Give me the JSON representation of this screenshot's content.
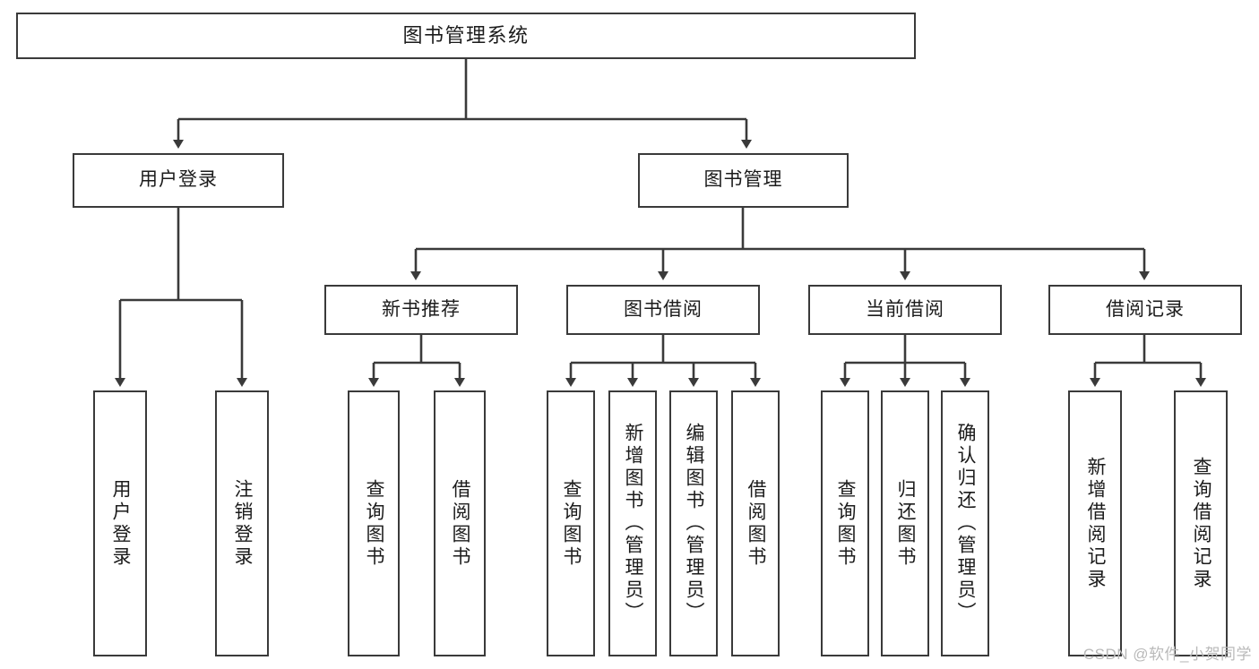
{
  "diagram": {
    "title": "图书管理系统",
    "type": "tree-hierarchy-diagram",
    "watermark": "CSDN @软件_小贺同学",
    "colors": {
      "box_border": "#3a3a3a",
      "box_fill": "#ffffff",
      "edge": "#3a3a3a",
      "text": "#1b1b1b",
      "watermark": "#b9b9b9",
      "background": "#ffffff"
    },
    "root": {
      "label": "图书管理系统"
    },
    "level1": [
      {
        "label": "用户登录"
      },
      {
        "label": "图书管理"
      }
    ],
    "level2": [
      {
        "label": "新书推荐"
      },
      {
        "label": "图书借阅"
      },
      {
        "label": "当前借阅"
      },
      {
        "label": "借阅记录"
      }
    ],
    "leaves": {
      "user_login": [
        {
          "label": "用户登录"
        },
        {
          "label": "注销登录"
        }
      ],
      "new_book_recommend": [
        {
          "label": "查询图书"
        },
        {
          "label": "借阅图书"
        }
      ],
      "book_borrow": [
        {
          "label": "查询图书"
        },
        {
          "label": "新增图书（管理员）"
        },
        {
          "label": "编辑图书（管理员）"
        },
        {
          "label": "借阅图书"
        }
      ],
      "current_borrow": [
        {
          "label": "查询图书"
        },
        {
          "label": "归还图书"
        },
        {
          "label": "确认归还（管理员）"
        }
      ],
      "borrow_record": [
        {
          "label": "新增借阅记录"
        },
        {
          "label": "查询借阅记录"
        }
      ]
    }
  }
}
